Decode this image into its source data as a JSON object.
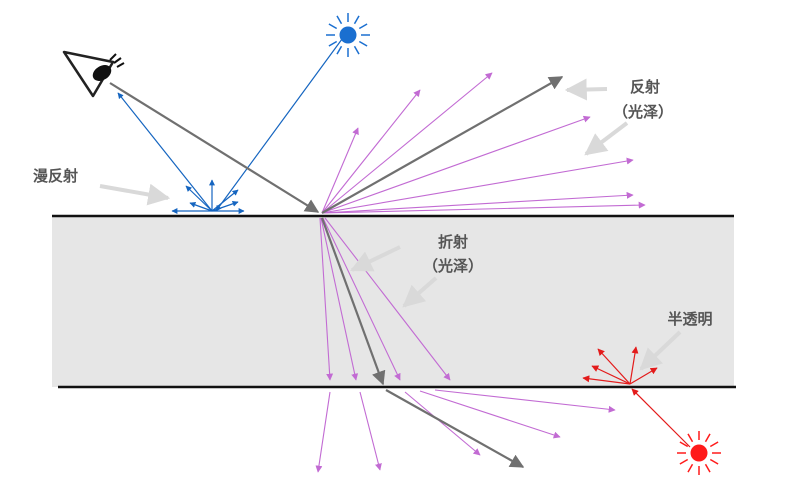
{
  "labels": {
    "diffuse": "漫反射",
    "reflection_line1": "反射",
    "reflection_line2": "（光泽）",
    "refraction_line1": "折射",
    "refraction_line2": "（光泽）",
    "translucent": "半透明"
  },
  "colors": {
    "blue_ray": "#1565c0",
    "purple_ray": "#c26bd3",
    "main_ray": "#707070",
    "red_ray": "#e31b1b",
    "slab_fill": "#e6e6e6",
    "surface_line": "#111111",
    "pointer_arrow": "#d9d9d9",
    "blue_light": "#1a6fd0",
    "red_light": "#ff1a1a"
  },
  "icons": {
    "eye": "eye-icon",
    "blue_light": "blue-light-source-icon",
    "red_light": "red-light-source-icon"
  }
}
